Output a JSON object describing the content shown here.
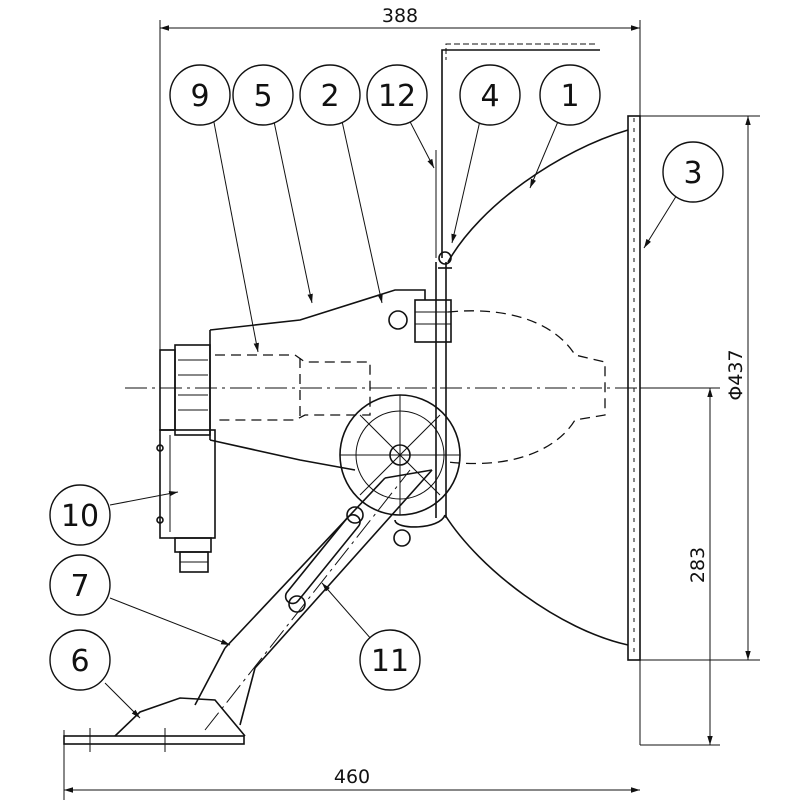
{
  "dimensions": {
    "overall_width_top": "388",
    "base_width": "460",
    "diameter": "Φ437",
    "center_height": "283"
  },
  "part_numbers": [
    "1",
    "2",
    "3",
    "4",
    "5",
    "6",
    "7",
    "9",
    "10",
    "11",
    "12"
  ]
}
